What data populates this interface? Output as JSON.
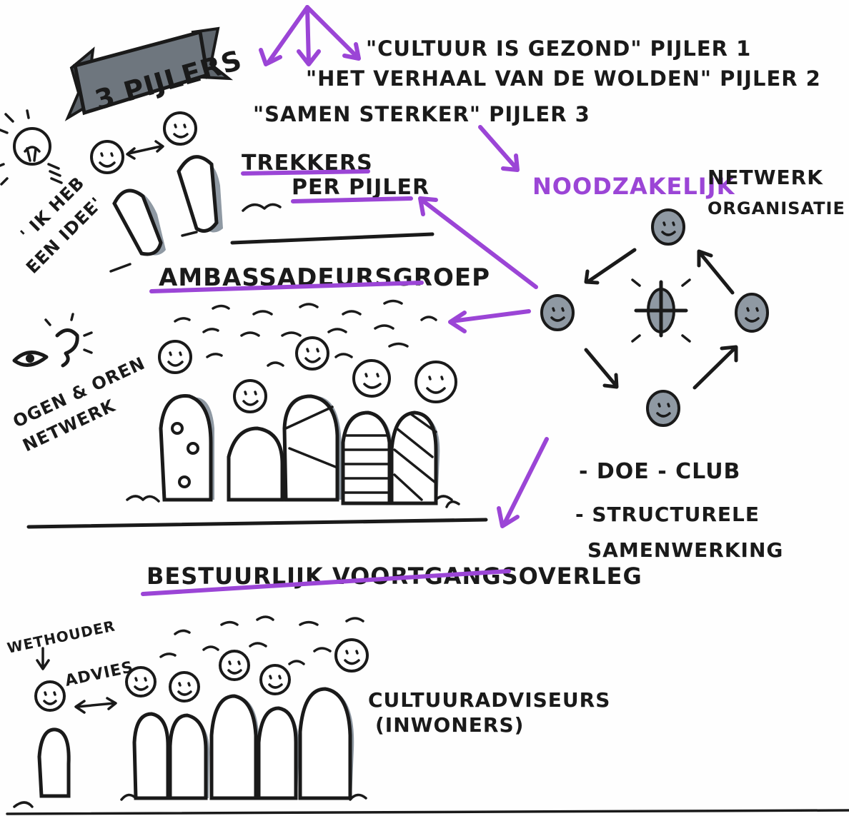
{
  "colors": {
    "ink": "#1a1a1a",
    "accent": "#9b45d6",
    "shade": "#8f99a3"
  },
  "banner": {
    "title": "3 PIJLERS"
  },
  "pillars": [
    {
      "text": "\"CULTUUR IS GEZOND\" PIJLER 1"
    },
    {
      "text": "\"HET VERHAAL VAN DE WOLDEN\" PIJLER 2"
    },
    {
      "text": "\"SAMEN STERKER\" PIJLER 3"
    }
  ],
  "idea": {
    "line1": "' IK HEB",
    "line2": "EEN IDEE'"
  },
  "trekkers": {
    "line1": "TREKKERS",
    "line2": "PER PIJLER"
  },
  "ambassadeurs": {
    "title": "AMBASSADEURSGROEP"
  },
  "ogen": {
    "line1": "OGEN & OREN",
    "line2": "NETWERK"
  },
  "netwerk": {
    "highlight": "NOODZAKELIJK",
    "rest": "NETWERK",
    "line2": "ORGANISATIE"
  },
  "doe": {
    "item1": "- DOE - CLUB",
    "item2": "- STRUCTURELE",
    "item3": "SAMENWERKING"
  },
  "bestuur": {
    "title": "BESTUURLIJK VOORTGANGSOVERLEG"
  },
  "wethouder": {
    "label": "WETHOUDER",
    "advies": "ADVIES"
  },
  "cultuur": {
    "line1": "CULTUURADVISEURS",
    "line2": "(INWONERS)"
  }
}
